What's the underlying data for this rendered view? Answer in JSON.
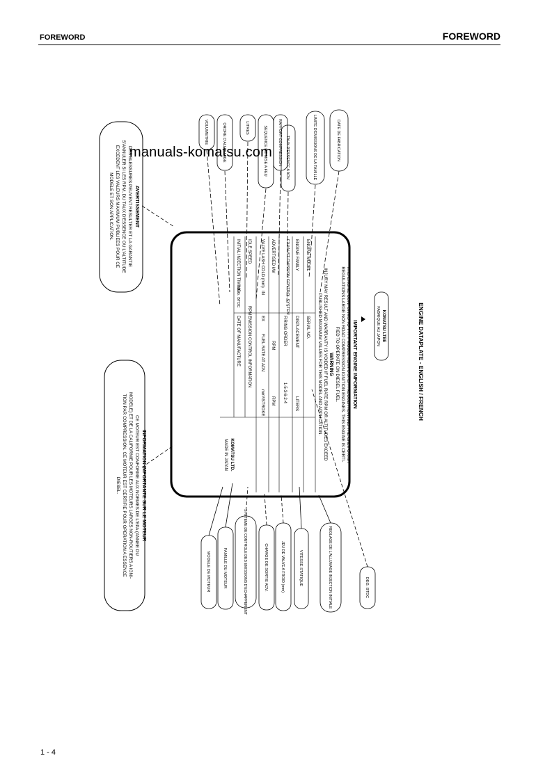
{
  "header": {
    "left": "FOREWORD",
    "right": "FOREWORD"
  },
  "page_number": "1 - 4",
  "watermark": "manuals-komatsu.com",
  "caption": "ENGINE DATAPLATE - ENGLISH / FRENCH",
  "plate": {
    "title": "IMPORTANT ENGINE INFORMATION",
    "intro": [
      "THIS ENGINE CONFORMS TO YYYY MODEL YEAR U.S. EPA REGULATION AND THE CALIFORNIA",
      "REGULATIONS LARGE NON ROAD COMPRESSION IGNITION ENGINES. THIS ENGINE IS CERTI-",
      "FIED TO OPERATE ON DIESEL FUEL."
    ],
    "warning_title": "WARNING",
    "warning": [
      "INJURY MAY RESULT AND WARRANTY IS VOIDED IF FUEL RATE RPM OR ALTITUDES EXCEED",
      "PUBLISHED MAXIMUM VALUES FOR THIS MODEL AND APPLICATION."
    ],
    "rows": [
      {
        "l1": "ENGINE MODEL",
        "l2": "SERIAL NO.",
        "r": ""
      },
      {
        "l1": "ENGINE FAMILY",
        "l2": "DISPLACEMENT",
        "r": "LITERS"
      },
      {
        "l1": "EXHAUST EMISSION CONTROL SYSTEM",
        "l2": "FIRING ORDER",
        "r": "1-5-3-6-2-4"
      },
      {
        "l1": "ADVERTISED kW",
        "l2": "",
        "r": "RPM"
      },
      {
        "l1": "VALVE LASH COLD (mm)",
        "l2": "FUEL RATE AT ADV.",
        "r": "mm³/STROKE"
      },
      {
        "l1": "IDLE SPEED",
        "l2": "EMISSION CONTROL INFORMATION",
        "r": ""
      },
      {
        "l1": "INITIAL INJECTION TIMING",
        "l2": "DATE OF MANUFACTURE",
        "r": ""
      }
    ],
    "unit_in": "IN",
    "unit_ex": "EX",
    "unit_rpm": "RPM",
    "unit_deg": "DEG. BTDC",
    "made_by": "KOMATSU LTD.",
    "made_in": "MADE IN JAPAN"
  },
  "french_left": {
    "title": "INFORMATION IMPORTANTE SUR LE MOTEUR",
    "lines": [
      "CE MOTEUR EST CONFORME AUX NORMES DE L'EPA (ANNEE DU",
      "MODELE) ET DE LA CALIFORNIE POUR LES MOTEURS LARGES NON-ROUTIERS A IGNI-",
      "TION PAR COMPRESSION. CE MOTEUR EST CERTIFIE POUR OPERATION A ESSENCE",
      "DIESEL."
    ]
  },
  "french_right": {
    "title": "AVERTISSEMENT",
    "lines": [
      "DES BLESSURES PEUVENT RESULTER ET LA GARANTIE",
      "S'ANNULER SI LES RPM, DU TAUX D'ESSENCE OU L'ALTITUDE",
      "EXCEDENT LES VALEURS MAXIMUM PUBLIEES POUR CE",
      "MODELE ET SON APPLICATION."
    ]
  },
  "labels_top": [
    "VOLUMETRIE",
    "ORDRE D'ALLUMAGE",
    "LITRES",
    "SEQUENCE DE MISE A FEU",
    "RAPPORT COMPRESSION",
    "TAUX D'ESSENCE A ADV.",
    "LIMITE D'EMISSIONS DE LA FAMILLE",
    "DATE DE FABRICATION"
  ],
  "labels_bottom": [
    "MODELE DE MOTEUR",
    "FAMILLE DU MOTEUR",
    "SYSTEME DE CONTROLE DES EMISSIONS D'ECHAPPEMENT",
    "CHARGE DE SORTIE ADV.",
    "JEU DE VALVE A FROID (mm)",
    "VITESSE STATIQUE",
    "REGLAGE DE L'ALLUMAGE INJECTION INITIALE",
    "DEG. BTDC"
  ],
  "dataplate_label_french": [
    "KOMATSU LTEE",
    "FABRIQUE AU JAPON"
  ]
}
